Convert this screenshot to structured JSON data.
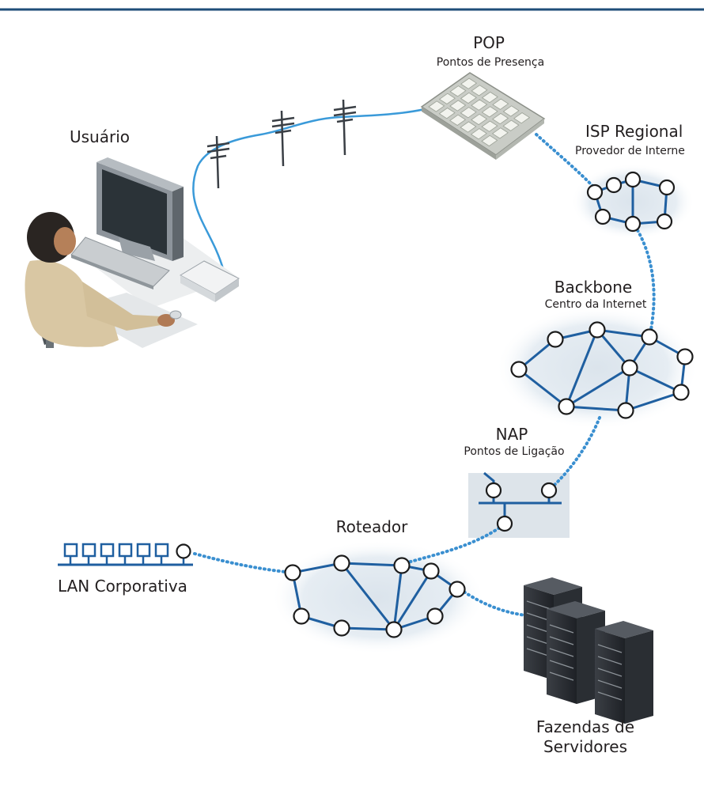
{
  "colors": {
    "top_rule": "#1f4e79",
    "network_line": "#1f5fa0",
    "dotted_link": "#3a8fd0",
    "cloud_fill": "#dde6ee",
    "node_fill": "#ffffff",
    "node_stroke": "#1c1c1c",
    "cable": "#3a9ad9"
  },
  "labels": {
    "usuario": "Usuário",
    "pop_title": "POP",
    "pop_sub": "Pontos de Presença",
    "isp_title": "ISP Regional",
    "isp_sub": "Provedor de Interne",
    "backbone_title": "Backbone",
    "backbone_sub": "Centro da Internet",
    "nap_title": "NAP",
    "nap_sub": "Pontos de Ligação",
    "roteador": "Roteador",
    "lan": "LAN Corporativa",
    "fazendas_line1": "Fazendas de",
    "fazendas_line2": "Servidores"
  },
  "icons": [
    "user-at-computer-illustration",
    "utility-pole-icon",
    "pop-panel-icon",
    "server-rack-icon",
    "lan-hub-icon"
  ]
}
